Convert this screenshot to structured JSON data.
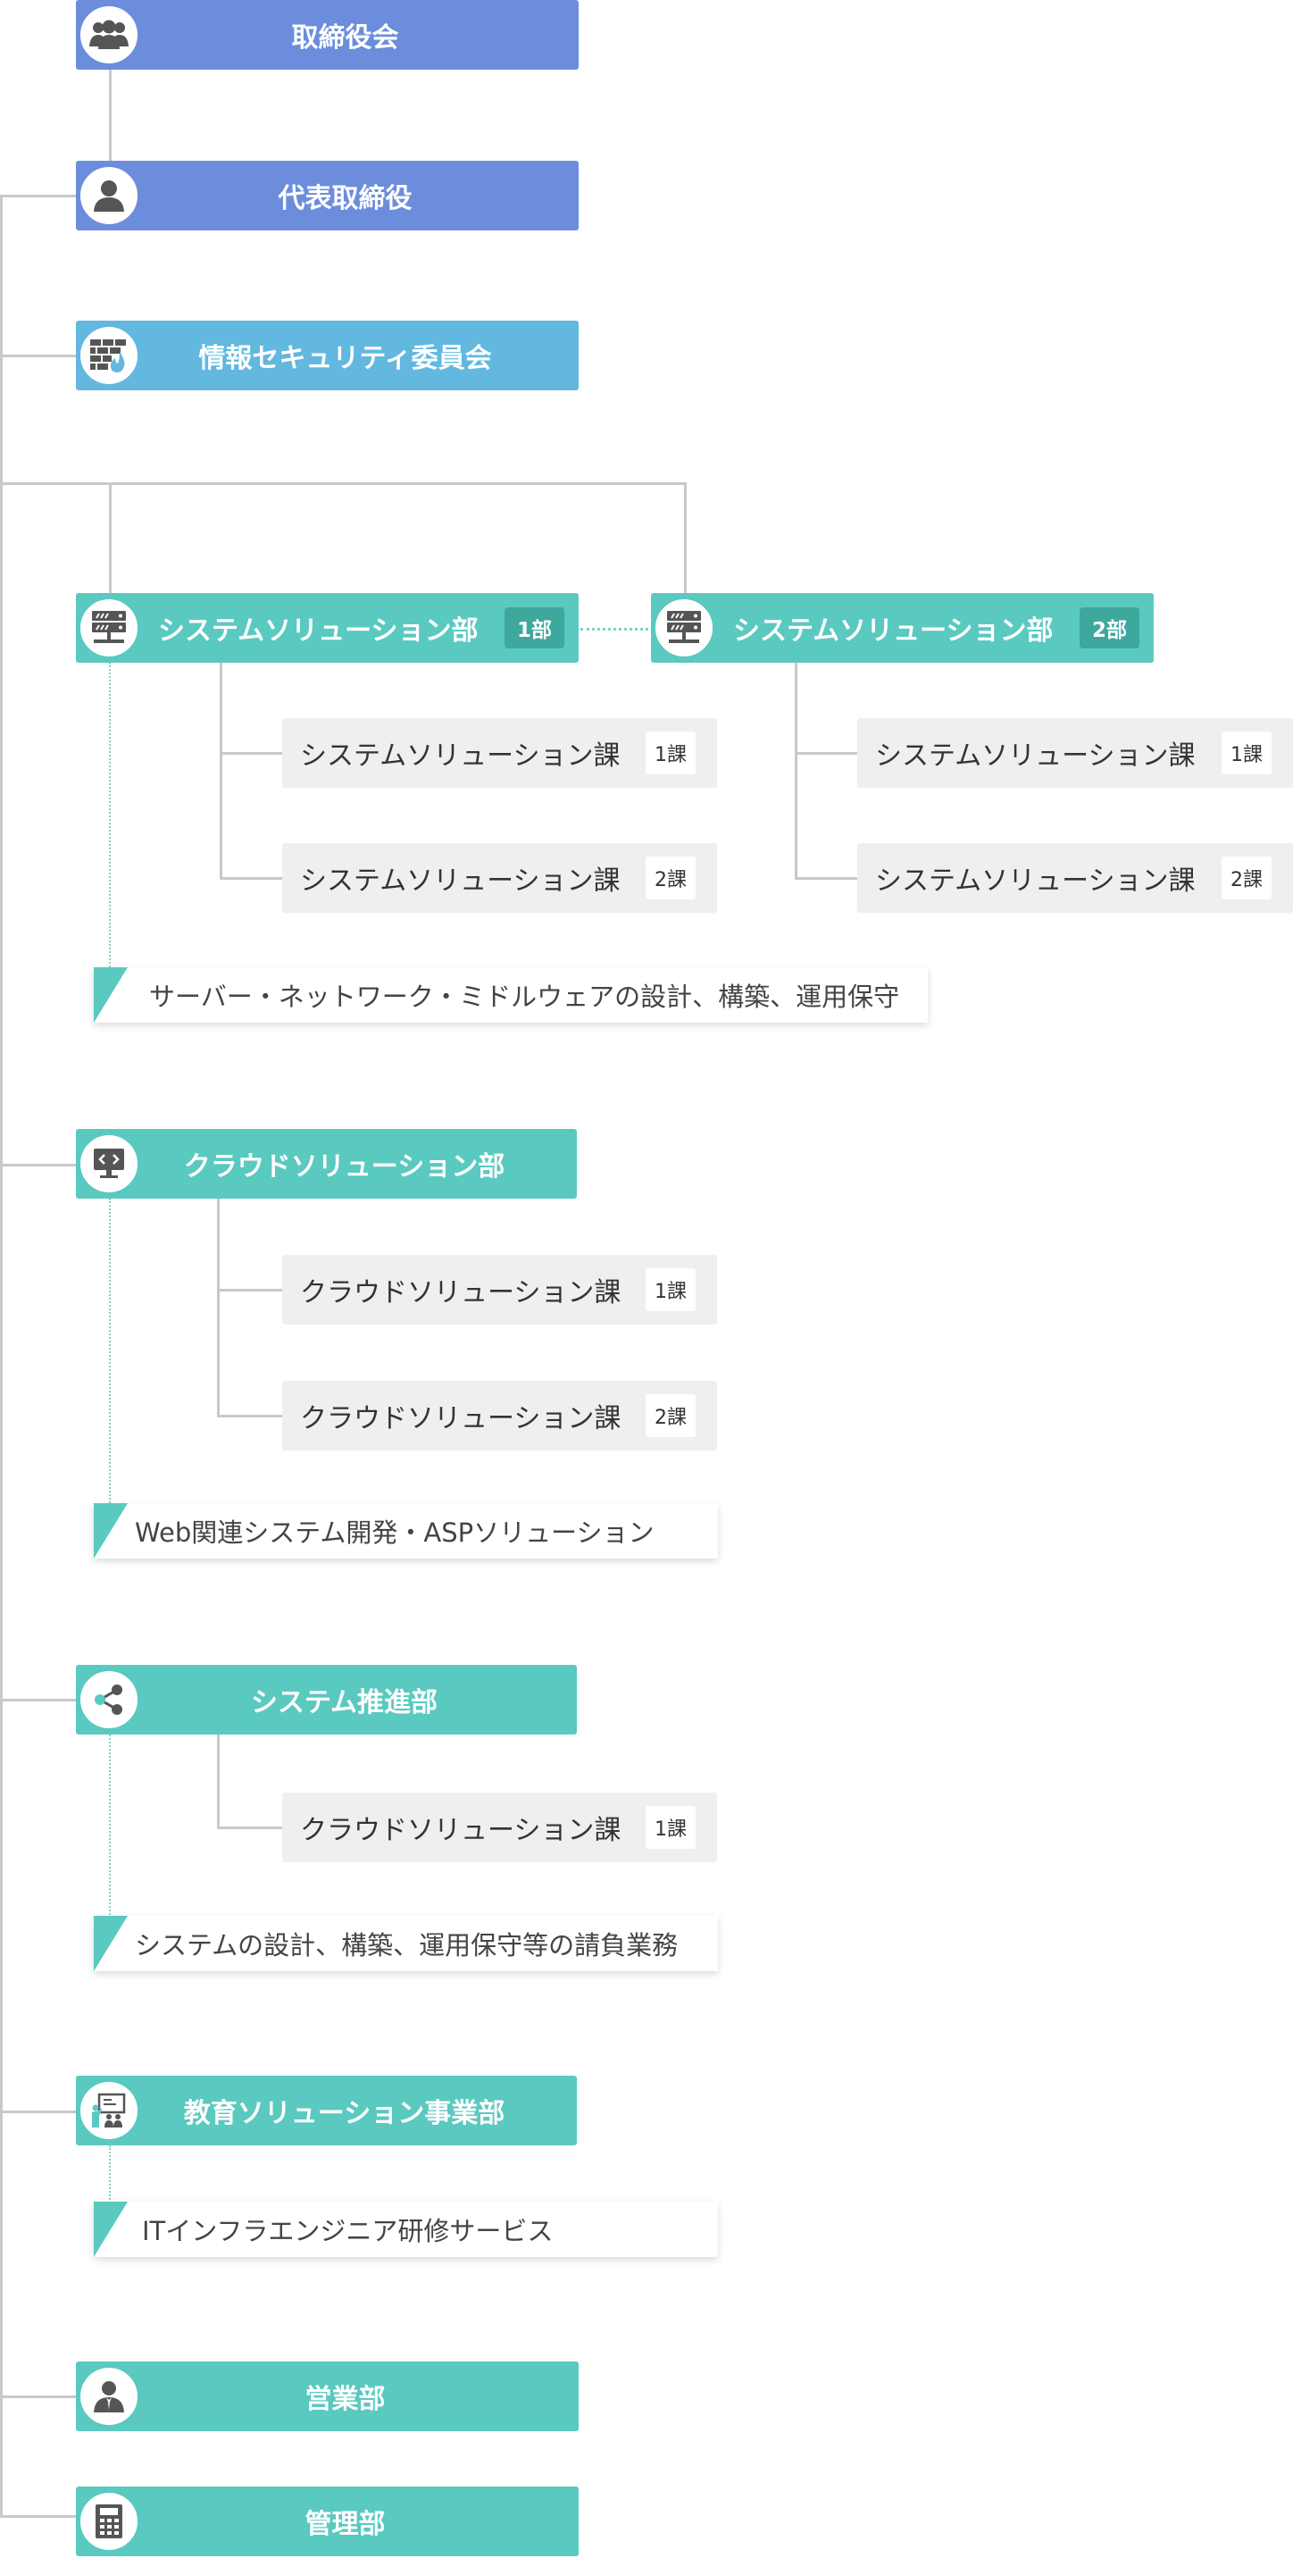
{
  "nodes": {
    "board": "取締役会",
    "ceo": "代表取締役",
    "security_committee": "情報セキュリティ委員会",
    "system_solution_1": {
      "label": "システムソリューション部",
      "tag": "1部"
    },
    "system_solution_2": {
      "label": "システムソリューション部",
      "tag": "2部"
    },
    "cloud": "クラウドソリューション部",
    "system_promotion": "システム推進部",
    "education": "教育ソリューション事業部",
    "sales": "営業部",
    "management": "管理部"
  },
  "sections": {
    "ss1_s1": {
      "label": "システムソリューション課",
      "badge": "1課"
    },
    "ss1_s2": {
      "label": "システムソリューション課",
      "badge": "2課"
    },
    "ss2_s1": {
      "label": "システムソリューション課",
      "badge": "1課"
    },
    "ss2_s2": {
      "label": "システムソリューション課",
      "badge": "2課"
    },
    "cloud_s1": {
      "label": "クラウドソリューション課",
      "badge": "1課"
    },
    "cloud_s2": {
      "label": "クラウドソリューション課",
      "badge": "2課"
    },
    "promo_s1": {
      "label": "クラウドソリューション課",
      "badge": "1課"
    }
  },
  "descriptions": {
    "system_solution": "サーバー・ネットワーク・ミドルウェアの設計、構築、運用保守",
    "cloud": "Web関連システム開発・ASPソリューション",
    "system_promotion": "システムの設計、構築、運用保守等の請負業務",
    "education": "ITインフラエンジニア研修サービス"
  },
  "colors": {
    "blue": "#6b8ddc",
    "sky": "#62b8df",
    "teal": "#5ac9c0",
    "line": "#c9c9c9"
  },
  "icons": {
    "board": "group-icon",
    "ceo": "person-icon",
    "security": "firewall-icon",
    "server": "server-icon",
    "cloud": "code-monitor-icon",
    "share": "share-icon",
    "education": "classroom-icon",
    "sales": "businessman-icon",
    "management": "calculator-icon"
  }
}
